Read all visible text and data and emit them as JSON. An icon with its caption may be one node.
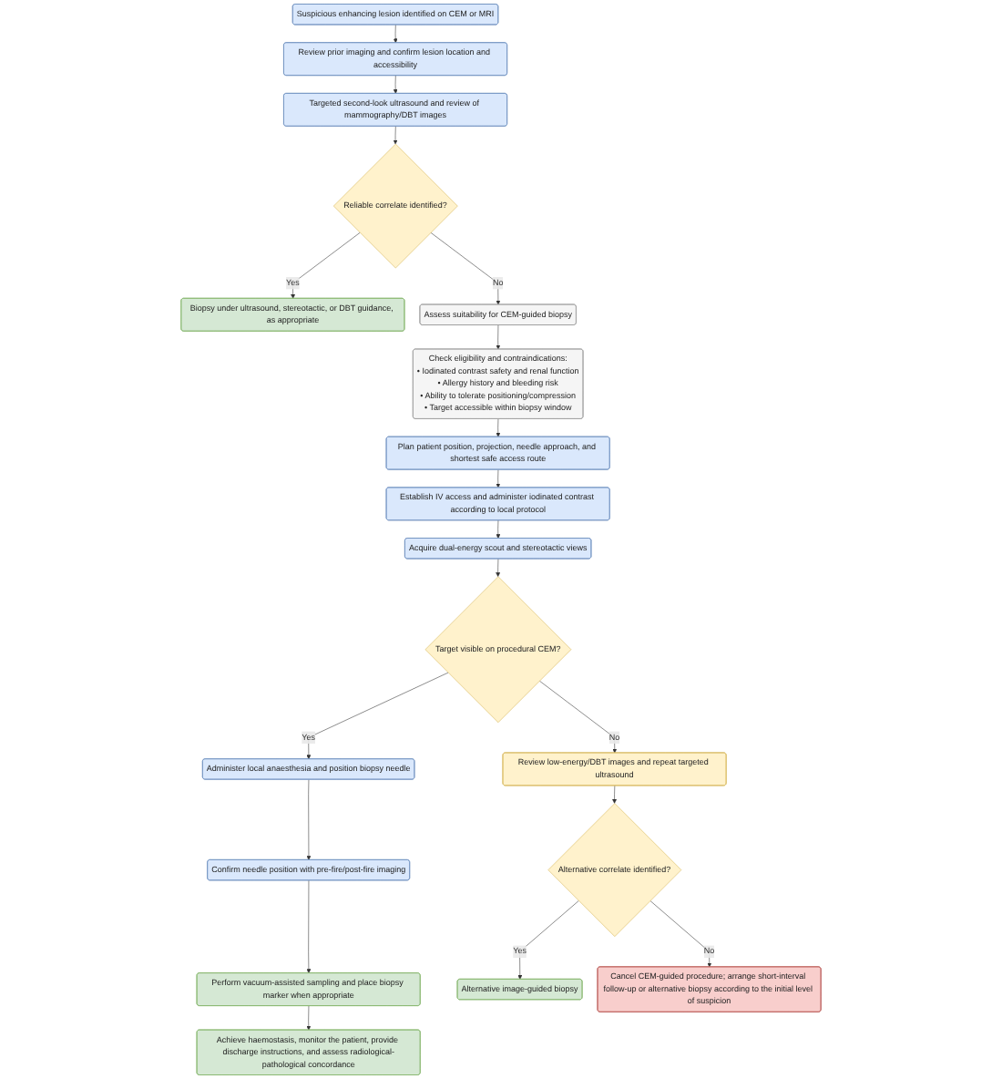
{
  "diagram": {
    "nodes": [
      {
        "text": [
          "Suspicious enhancing lesion identified on CEM or MRI"
        ]
      },
      {
        "text": [
          "Review prior imaging and confirm lesion location and accessibility"
        ]
      },
      {
        "text": [
          "Targeted second-look ultrasound and review of mammography/DBT images"
        ]
      },
      {
        "text": [
          "Reliable correlate identified?"
        ]
      },
      {
        "text": [
          "Biopsy under ultrasound, stereotactic, or DBT guidance, as appropriate"
        ]
      },
      {
        "text": [
          "Assess suitability for CEM-guided biopsy"
        ]
      },
      {
        "text": [
          "Check eligibility and contraindications:",
          "• Iodinated contrast safety and renal function",
          "• Allergy history and bleeding risk",
          "• Ability to tolerate positioning/compression",
          "• Target accessible within biopsy window"
        ]
      },
      {
        "text": [
          "Plan patient position, projection, needle approach, and shortest safe access route"
        ]
      },
      {
        "text": [
          "Establish IV access and administer iodinated contrast according to local protocol"
        ]
      },
      {
        "text": [
          "Acquire dual-energy scout and stereotactic views"
        ]
      },
      {
        "text": [
          "Target visible on procedural CEM?"
        ]
      },
      {
        "text": [
          "Administer local anaesthesia and position biopsy needle"
        ]
      },
      {
        "text": [
          "Review low-energy/DBT images and repeat targeted ultrasound"
        ]
      },
      {
        "text": [
          "Confirm needle position with pre-fire/post-fire imaging"
        ]
      },
      {
        "text": [
          "Alternative correlate identified?"
        ]
      },
      {
        "text": [
          "Perform vacuum-assisted sampling and place biopsy marker when appropriate"
        ]
      },
      {
        "text": [
          "Achieve haemostasis, monitor the patient, provide discharge instructions, and assess radiological-pathological concordance"
        ]
      },
      {
        "text": [
          "Alternative image-guided biopsy"
        ]
      },
      {
        "text": [
          "Cancel CEM-guided procedure; arrange short-interval follow-up or alternative biopsy according to the initial level of suspicion"
        ]
      }
    ],
    "edges": [
      {
        "from": 0,
        "to": 1,
        "arrow": "to"
      },
      {
        "from": 1,
        "to": 2,
        "arrow": "to"
      },
      {
        "from": 2,
        "to": 3,
        "arrow": "to"
      },
      {
        "from": 3,
        "to": 4,
        "arrow": "to",
        "label": "Yes"
      },
      {
        "from": 3,
        "to": 5,
        "arrow": "to",
        "label": "No"
      },
      {
        "from": 5,
        "to": 6,
        "arrow": "to"
      },
      {
        "from": 6,
        "to": 7,
        "arrow": "to"
      },
      {
        "from": 7,
        "to": 8,
        "arrow": "to"
      },
      {
        "from": 8,
        "to": 9,
        "arrow": "to"
      },
      {
        "from": 9,
        "to": 10,
        "arrow": "to"
      },
      {
        "from": 10,
        "to": 11,
        "arrow": "to",
        "label": "Yes"
      },
      {
        "from": 10,
        "to": 12,
        "arrow": "to",
        "label": "No"
      },
      {
        "from": 11,
        "to": 13,
        "arrow": "to"
      },
      {
        "from": 13,
        "to": 15,
        "arrow": "to"
      },
      {
        "from": 15,
        "to": 16,
        "arrow": "to"
      },
      {
        "from": 12,
        "to": 14,
        "arrow": "to"
      },
      {
        "from": 14,
        "to": 17,
        "arrow": "to",
        "label": "Yes"
      },
      {
        "from": 14,
        "to": 18,
        "arrow": "to",
        "label": "No"
      }
    ]
  }
}
